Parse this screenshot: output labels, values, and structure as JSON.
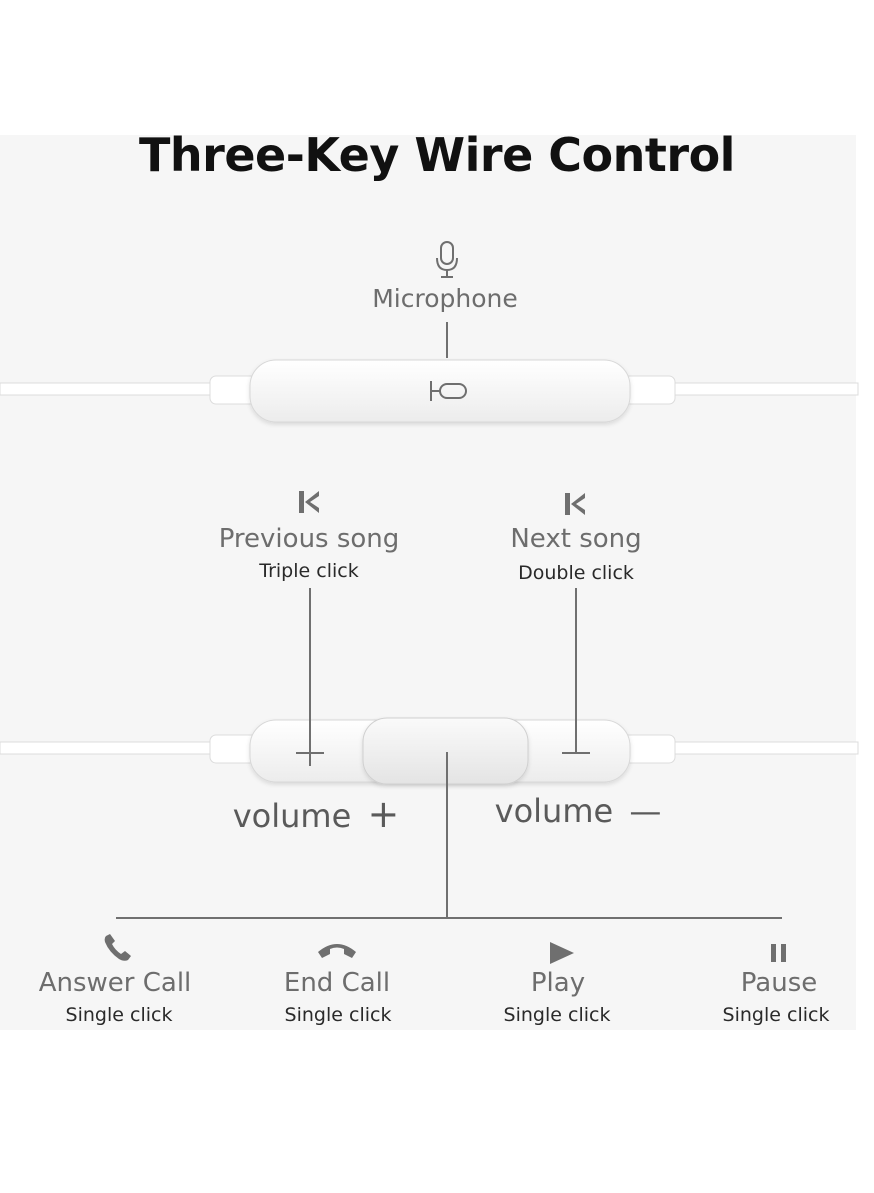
{
  "title": "Three-Key Wire Control",
  "microphone": {
    "label": "Microphone",
    "icon": "microphone-icon"
  },
  "previous": {
    "label": "Previous song",
    "action": "Triple click",
    "icon": "previous-icon"
  },
  "next": {
    "label": "Next song",
    "action": "Double click",
    "icon": "next-icon"
  },
  "volume_up": {
    "label": "volume",
    "symbol": "+"
  },
  "volume_down": {
    "label": "volume",
    "symbol": "—"
  },
  "functions": [
    {
      "label": "Answer Call",
      "action": "Single click",
      "icon": "phone-icon"
    },
    {
      "label": "End Call",
      "action": "Single click",
      "icon": "hang-up-icon"
    },
    {
      "label": "Play",
      "action": "Single click",
      "icon": "play-icon"
    },
    {
      "label": "Pause",
      "action": "Single click",
      "icon": "pause-icon"
    }
  ],
  "colors": {
    "panel": "#f6f6f6",
    "line": "#707070",
    "text": "#6d6d6d",
    "title": "#111111"
  }
}
